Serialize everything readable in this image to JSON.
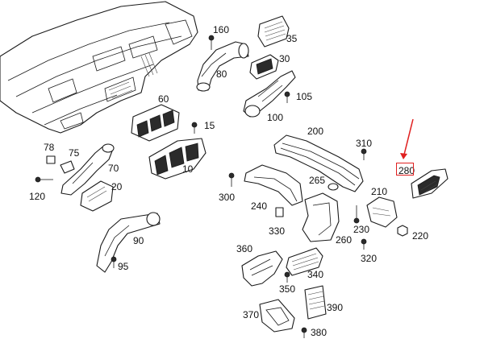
{
  "callouts": [
    {
      "id": "160",
      "label": "160"
    },
    {
      "id": "35",
      "label": "35"
    },
    {
      "id": "30",
      "label": "30"
    },
    {
      "id": "80",
      "label": "80"
    },
    {
      "id": "105",
      "label": "105"
    },
    {
      "id": "60",
      "label": "60"
    },
    {
      "id": "100",
      "label": "100"
    },
    {
      "id": "15",
      "label": "15"
    },
    {
      "id": "200",
      "label": "200"
    },
    {
      "id": "78",
      "label": "78"
    },
    {
      "id": "75",
      "label": "75"
    },
    {
      "id": "310",
      "label": "310"
    },
    {
      "id": "10",
      "label": "10"
    },
    {
      "id": "70",
      "label": "70"
    },
    {
      "id": "280",
      "label": "280"
    },
    {
      "id": "265",
      "label": "265"
    },
    {
      "id": "20",
      "label": "20"
    },
    {
      "id": "120",
      "label": "120"
    },
    {
      "id": "210",
      "label": "210"
    },
    {
      "id": "300",
      "label": "300"
    },
    {
      "id": "240",
      "label": "240"
    },
    {
      "id": "230",
      "label": "230"
    },
    {
      "id": "220",
      "label": "220"
    },
    {
      "id": "330",
      "label": "330"
    },
    {
      "id": "260",
      "label": "260"
    },
    {
      "id": "90",
      "label": "90"
    },
    {
      "id": "320",
      "label": "320"
    },
    {
      "id": "360",
      "label": "360"
    },
    {
      "id": "95",
      "label": "95"
    },
    {
      "id": "340",
      "label": "340"
    },
    {
      "id": "350",
      "label": "350"
    },
    {
      "id": "390",
      "label": "390"
    },
    {
      "id": "370",
      "label": "370"
    },
    {
      "id": "380",
      "label": "380"
    }
  ],
  "highlight": {
    "part": "280",
    "color": "#e02020"
  },
  "colors": {
    "line": "#1a1a1a",
    "accent": "#e02020",
    "background": "#ffffff"
  }
}
